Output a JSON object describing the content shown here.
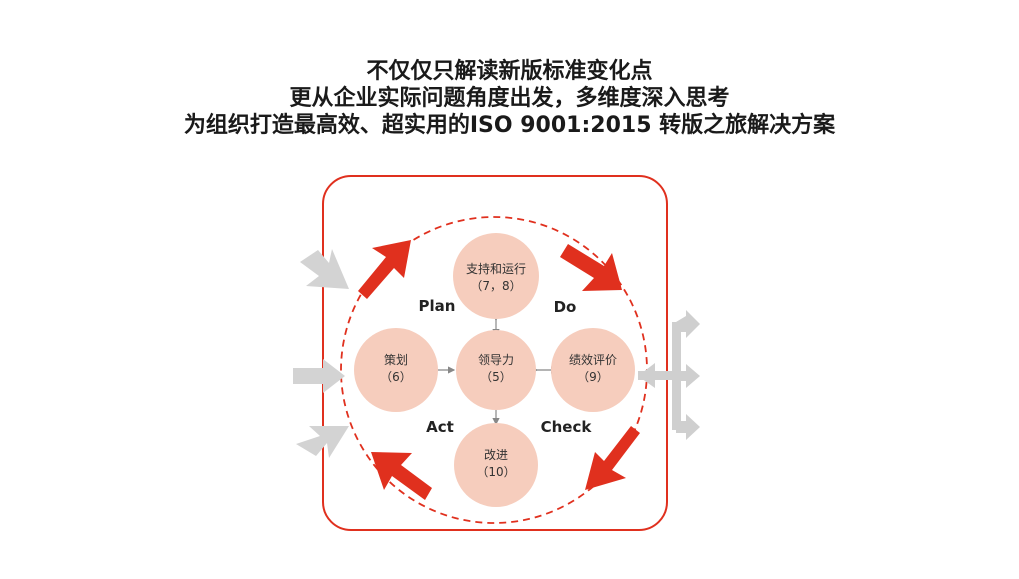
{
  "headline": {
    "line1": "不仅仅只解读新版标准变化点",
    "line2": "更从企业实际问题角度出发，多维度深入思考",
    "line3": "为组织打造最高效、超实用的ISO 9001:2015 转版之旅解决方案"
  },
  "phases": {
    "plan": "Plan",
    "do": "Do",
    "act": "Act",
    "check": "Check"
  },
  "nodes": {
    "support": {
      "name": "支持和运行",
      "clause": "（7，8）"
    },
    "planning": {
      "name": "策划",
      "clause": "（6）"
    },
    "leadership": {
      "name": "领导力",
      "clause": "（5）"
    },
    "performance": {
      "name": "绩效评价",
      "clause": "（9）"
    },
    "improvement": {
      "name": "改进",
      "clause": "（10）"
    }
  },
  "colors": {
    "accent_red": "#e0301e",
    "node_fill": "#f6cdbd",
    "input_arrow_gray": "#d3d3d3",
    "output_arrow_gray": "#cfcfcf",
    "connector_gray": "#888888"
  }
}
